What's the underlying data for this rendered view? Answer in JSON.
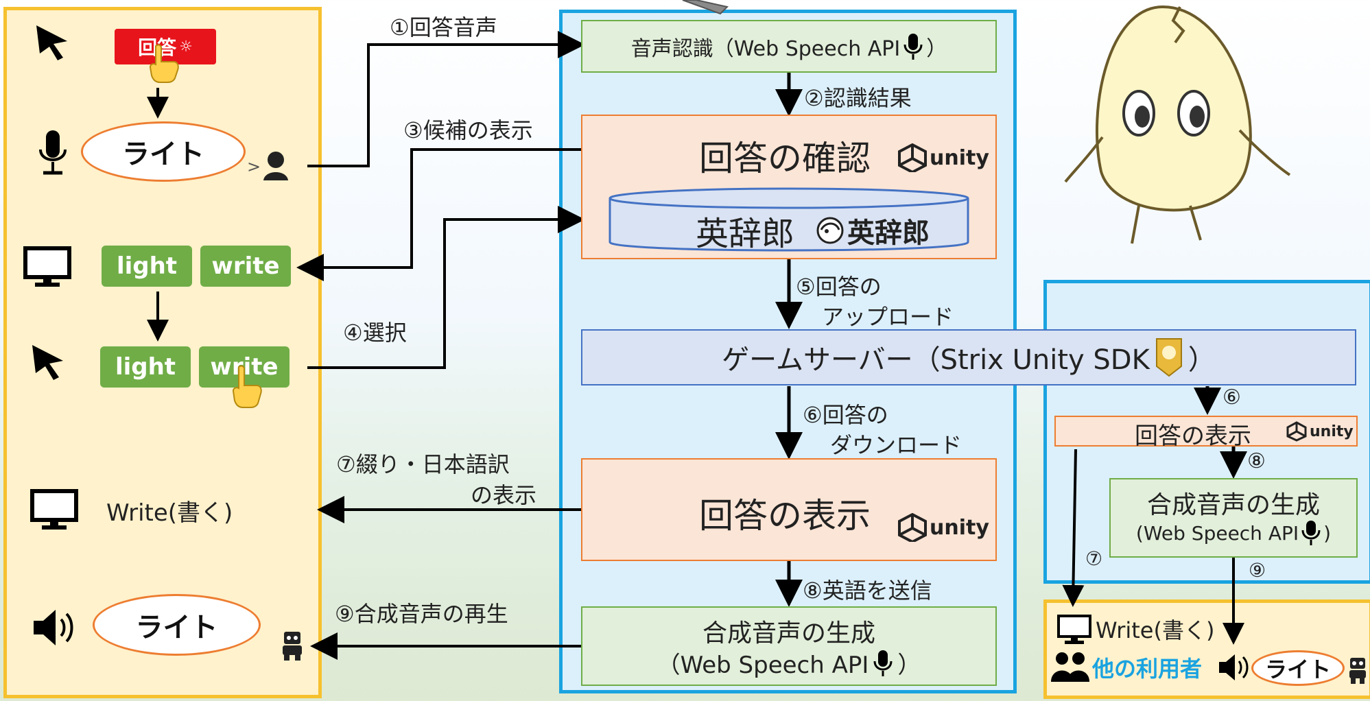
{
  "left_panel": {
    "answer_button": "回答",
    "bubble_top": "ライト",
    "choice_light": "light",
    "choice_write": "write",
    "choice_light_2": "light",
    "choice_write_2": "write",
    "result_text": "Write(書く)",
    "bubble_bottom": "ライト"
  },
  "steps": {
    "s1": "①回答音声",
    "s2": "②認識結果",
    "s3": "③候補の表示",
    "s4": "④選択",
    "s5a": "⑤回答の",
    "s5b": "アップロード",
    "s6a": "⑥回答の",
    "s6b": "ダウンロード",
    "s7a": "⑦綴り・日本語訳",
    "s7b": "の表示",
    "s8": "⑧英語を送信",
    "s9": "⑨合成音声の再生"
  },
  "center": {
    "speech_recognition": "音声認識（Web Speech API",
    "speech_recognition_close": "）",
    "confirm": "回答の確認",
    "dictionary": "英辞郎",
    "dictionary_logo": "英辞郎",
    "game_server": "ゲームサーバー（Strix Unity SDK",
    "game_server_close": "）",
    "display": "回答の表示",
    "synth_line1": "合成音声の生成",
    "synth_line2": "（Web Speech API",
    "synth_close": "）",
    "unity_label": "unity"
  },
  "right": {
    "step6": "⑥",
    "display": "回答の表示",
    "step8": "⑧",
    "synth_line1": "合成音声の生成",
    "synth_line2": "(Web Speech API",
    "synth_close": ")",
    "step7": "⑦",
    "step9": "⑨",
    "result_text": "Write(書く)",
    "other_users": "他の利用者",
    "bubble": "ライト",
    "unity_label": "unity"
  },
  "colors": {
    "yellow_border": "#f6c12f",
    "blue_border": "#1aa3e0",
    "green_button": "#70ad47",
    "red_button": "#e8141c",
    "other_users": "#1aa3e0"
  }
}
